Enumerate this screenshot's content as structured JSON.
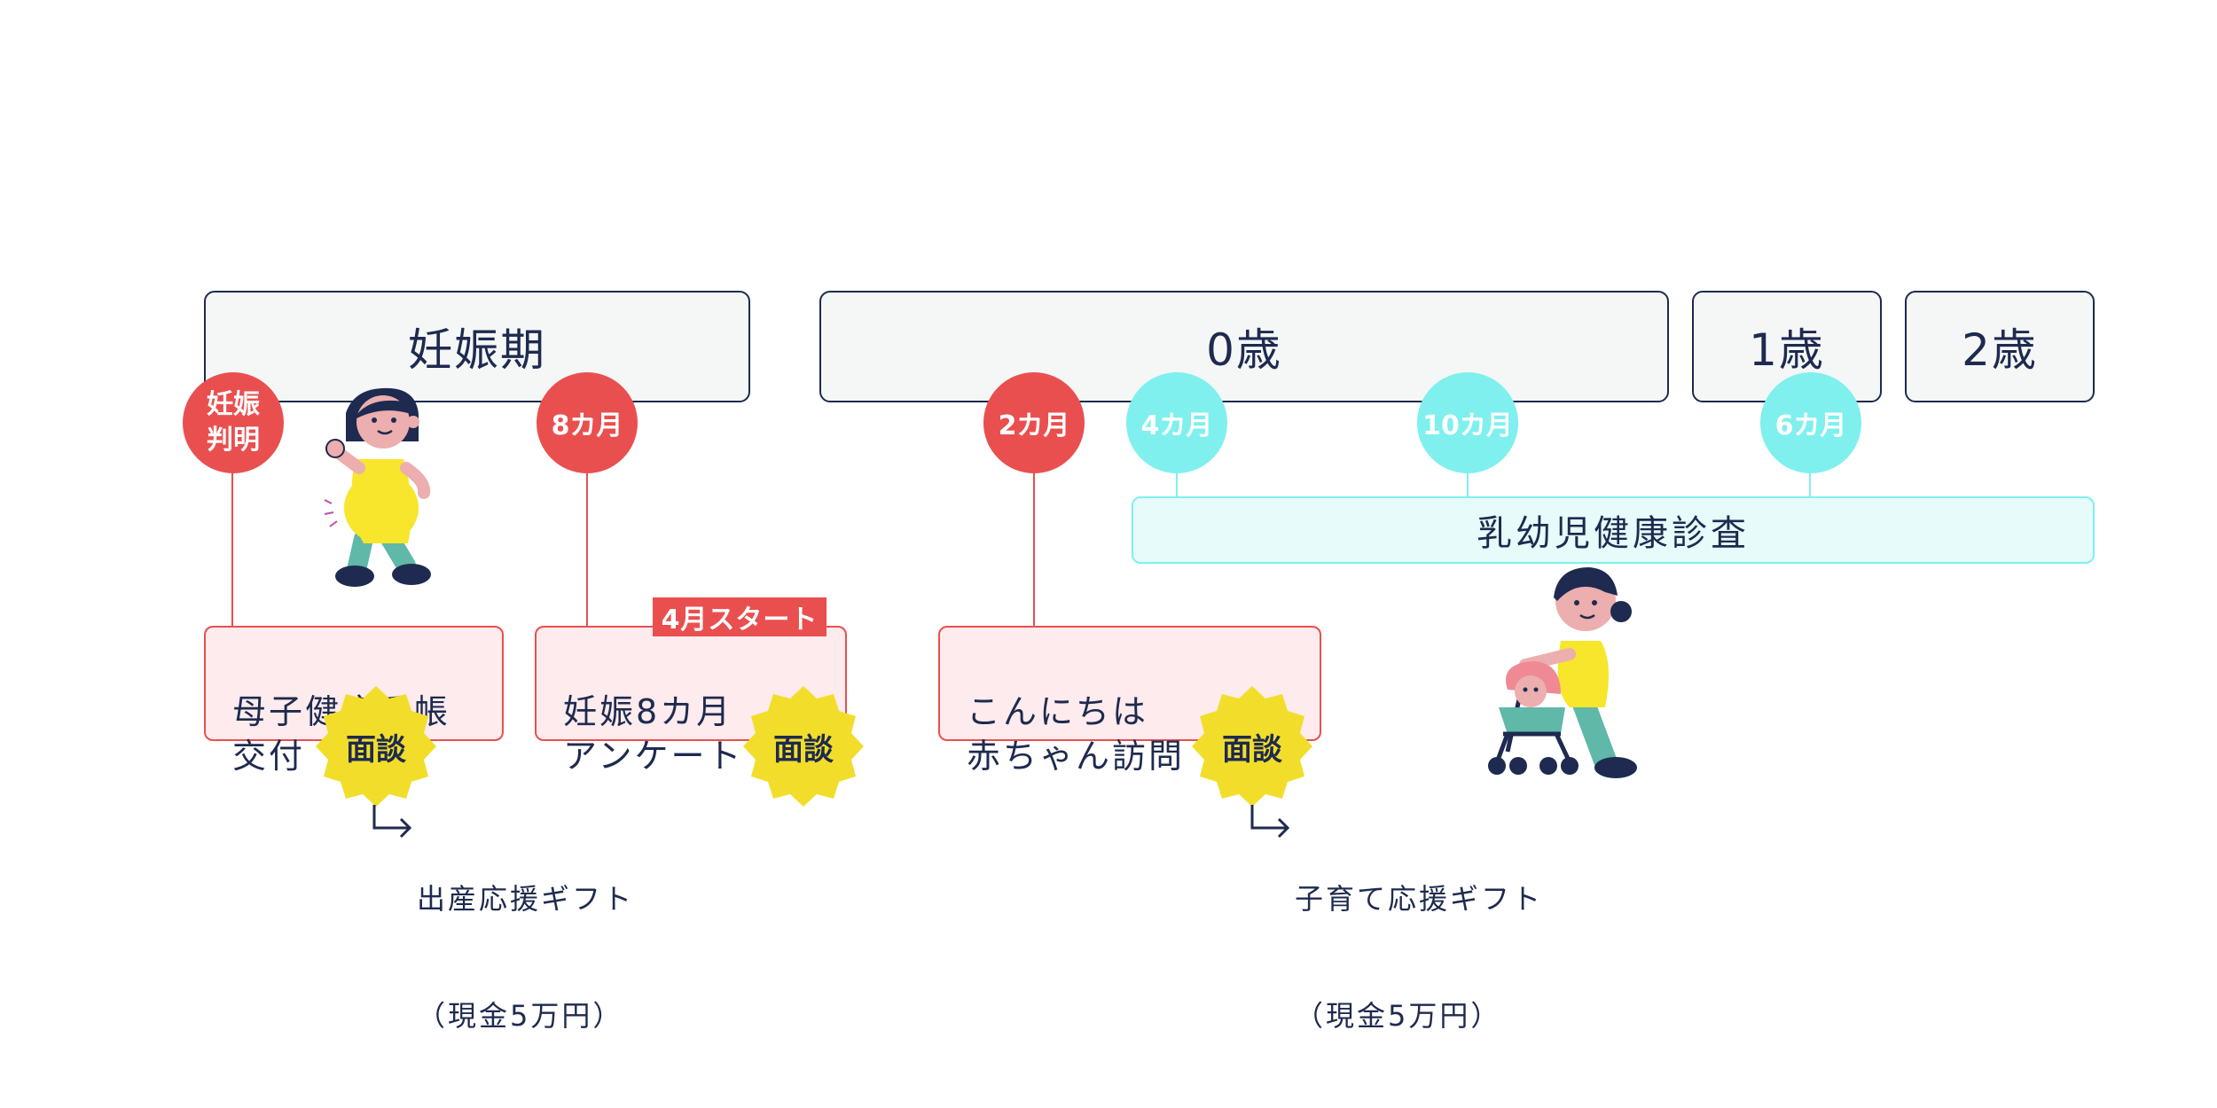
{
  "periods": {
    "pregnancy": "妊娠期",
    "age0": "0歳",
    "age1": "1歳",
    "age2": "2歳"
  },
  "milestones": {
    "pregnancy_confirmed_1": "妊娠",
    "pregnancy_confirmed_2": "判明",
    "month8": "8カ月",
    "month2": "2カ月",
    "month4": "4カ月",
    "month10": "10カ月",
    "month6": "6カ月"
  },
  "events": {
    "handbook": "母子健康手帳\n交付",
    "survey": "妊娠8カ月\nアンケート",
    "visit": "こんにちは\n赤ちゃん訪問"
  },
  "exam_band": "乳幼児健康診査",
  "start_tag": "4月スタート",
  "interview_label": "面談",
  "gifts": {
    "birth_1": "出産応援ギフト",
    "birth_2": "（現金5万円）",
    "childcare_1": "子育て応援ギフト",
    "childcare_2": "（現金5万円）"
  },
  "colors": {
    "navy": "#1e2a4f",
    "red": "#ea4f4f",
    "cyan": "#7ff0ee",
    "yellow": "#f2de2a",
    "pink_bg": "#fdebed"
  },
  "illustrations": [
    "pregnant-woman-illustration",
    "parent-with-stroller-illustration"
  ]
}
